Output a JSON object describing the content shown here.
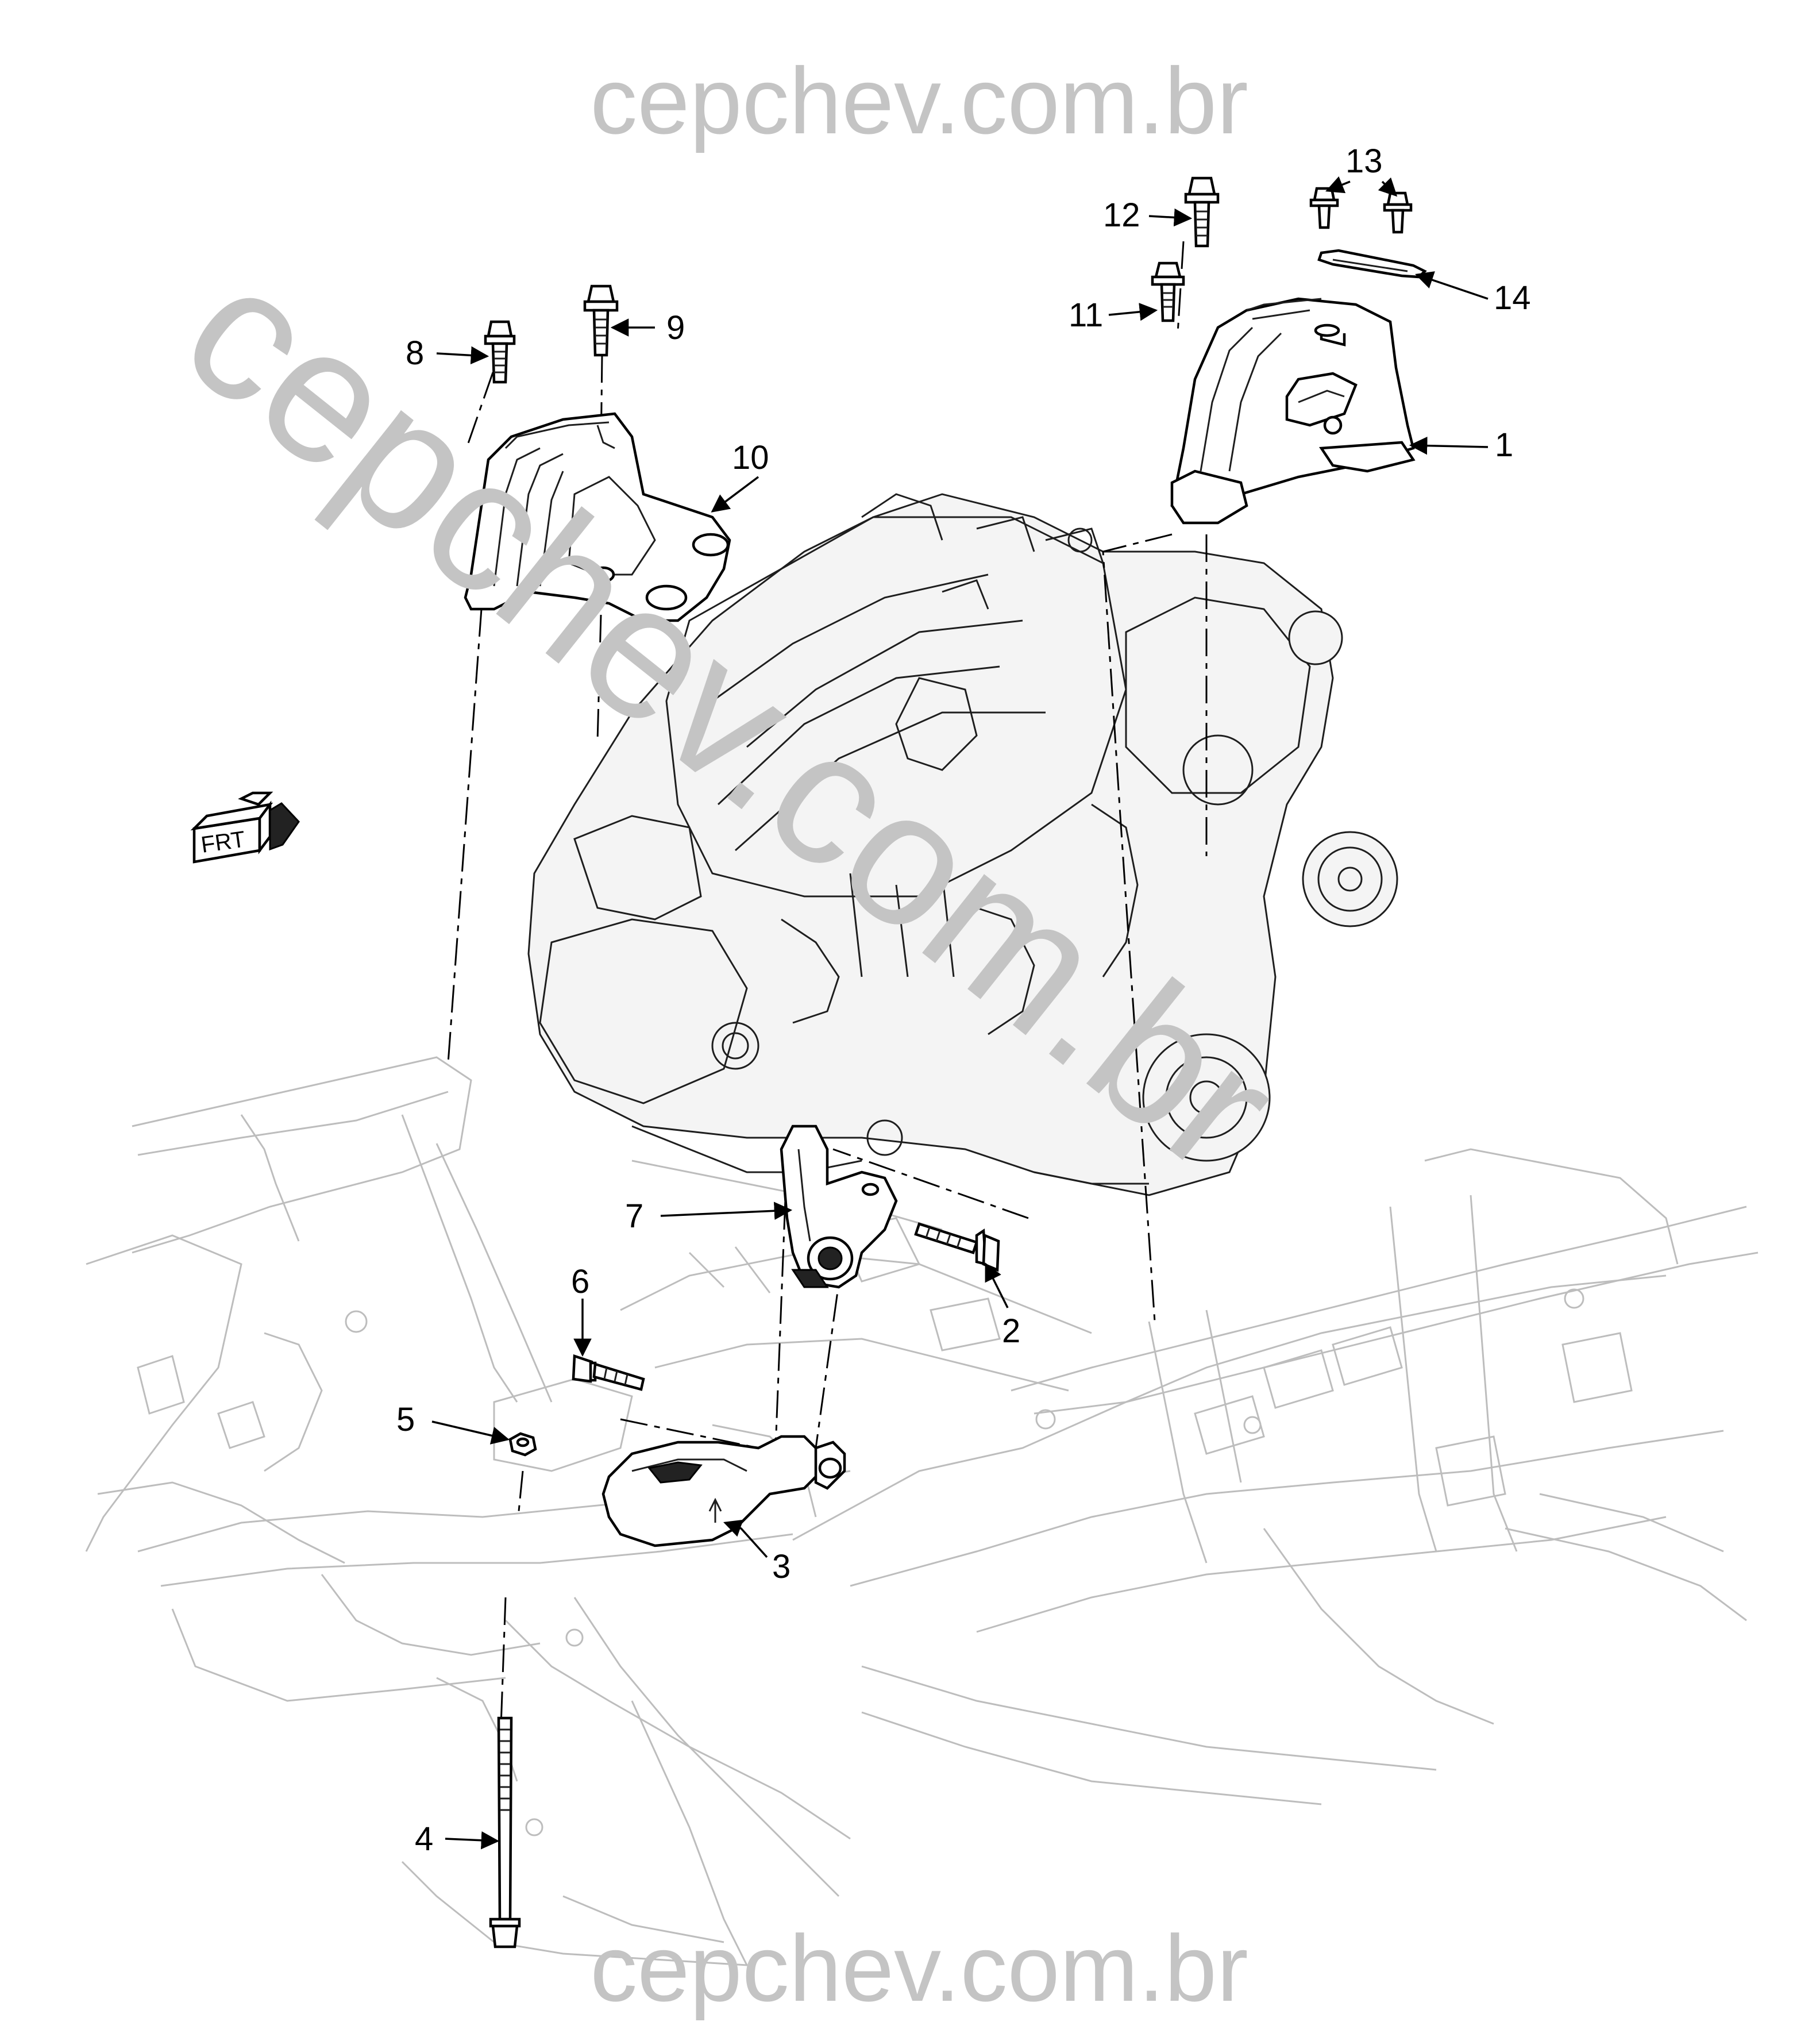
{
  "watermarks": {
    "top": "cepchev.com.br",
    "diagonal": "cepchev.com.br",
    "bottom": "cepchev.com.br"
  },
  "orientation_marker": {
    "label": "FRT",
    "icon": "front-direction-arrow-icon"
  },
  "callouts": [
    {
      "id": "1",
      "label": "1"
    },
    {
      "id": "2",
      "label": "2"
    },
    {
      "id": "3",
      "label": "3"
    },
    {
      "id": "4",
      "label": "4"
    },
    {
      "id": "5",
      "label": "5"
    },
    {
      "id": "6",
      "label": "6"
    },
    {
      "id": "7",
      "label": "7"
    },
    {
      "id": "8",
      "label": "8"
    },
    {
      "id": "9",
      "label": "9"
    },
    {
      "id": "10",
      "label": "10"
    },
    {
      "id": "11",
      "label": "11"
    },
    {
      "id": "12",
      "label": "12"
    },
    {
      "id": "13",
      "label": "13"
    },
    {
      "id": "14",
      "label": "14"
    }
  ]
}
